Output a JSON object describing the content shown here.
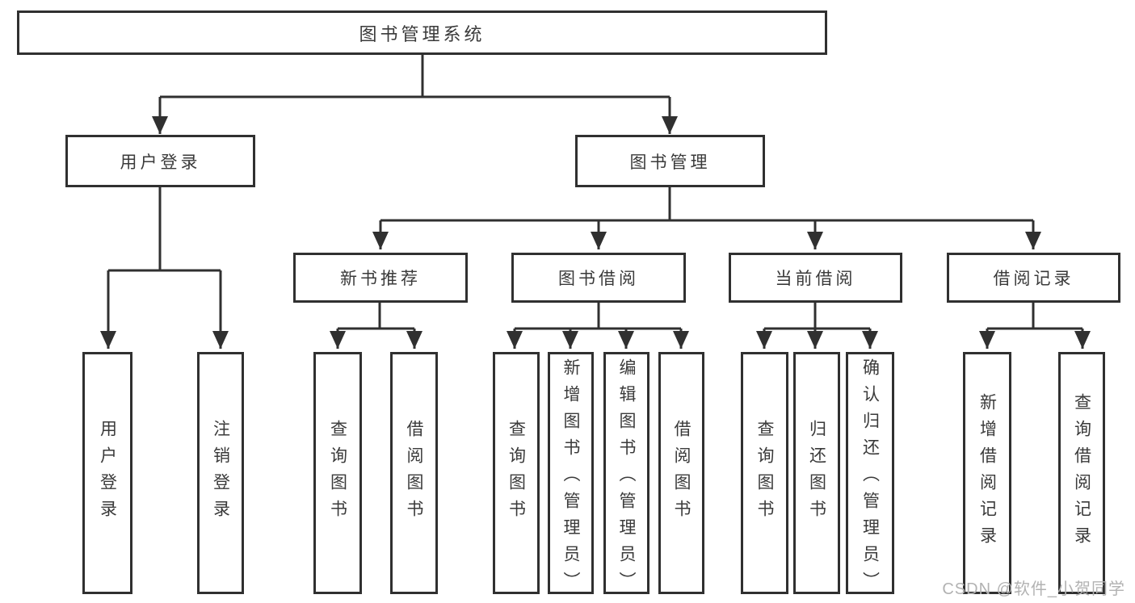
{
  "diagram": {
    "title": "图书管理系统",
    "user_login": {
      "label": "用户登录",
      "children": {
        "login": "用户登录",
        "logout": "注销登录"
      }
    },
    "book_management": {
      "label": "图书管理",
      "sections": {
        "new_book_recommend": {
          "label": "新书推荐",
          "children": {
            "query_books": "查询图书",
            "borrow_books": "借阅图书"
          }
        },
        "book_borrow": {
          "label": "图书借阅",
          "children": {
            "query_books": "查询图书",
            "add_books": "新增图书（管理员）",
            "edit_books": "编辑图书（管理员）",
            "borrow_books": "借阅图书"
          }
        },
        "current_borrow": {
          "label": "当前借阅",
          "children": {
            "query_books": "查询图书",
            "return_books": "归还图书",
            "confirm_return": "确认归还（管理员）"
          }
        },
        "borrow_records": {
          "label": "借阅记录",
          "children": {
            "add_record": "新增借阅记录",
            "query_record": "查询借阅记录"
          }
        }
      }
    }
  },
  "watermark": "CSDN @软件_小贺同学",
  "colors": {
    "line": "#303030",
    "box_border": "#303030",
    "text": "#3a3a3a",
    "watermark": "#b2b2b2",
    "background": "#ffffff"
  }
}
